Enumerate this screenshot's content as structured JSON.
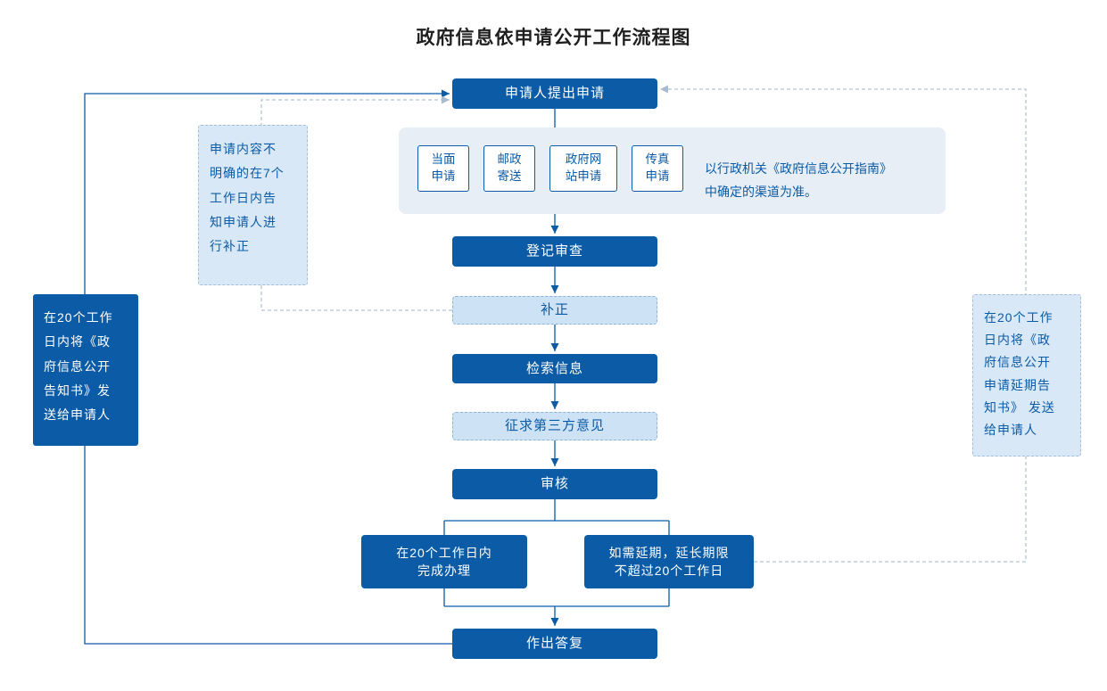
{
  "title": "政府信息依申请公开工作流程图",
  "colors": {
    "primary": "#0b5ba6",
    "light_fill": "#cde2f4",
    "panel_fill": "#e8eef5",
    "note_fill": "#d9e8f6",
    "dashed_line": "#b3c3d3"
  },
  "nodes": {
    "apply": "申请人提出申请",
    "register": "登记审查",
    "supplement": "补正",
    "search": "检索信息",
    "third_party": "征求第三方意见",
    "review": "审核",
    "complete": "在20个工作日内\n完成办理",
    "extend": "如需延期，延长期限\n不超过20个工作日",
    "reply": "作出答复"
  },
  "channels": {
    "items": [
      {
        "label": "当面\n申请"
      },
      {
        "label": "邮政\n寄送"
      },
      {
        "label": "政府网\n站申请"
      },
      {
        "label": "传真\n申请"
      }
    ],
    "note": "以行政机关《政府信息公开指南》\n中确定的渠道为准。"
  },
  "annotations": {
    "left_loop": "在20个工作\n日内将《政\n府信息公开\n告知书》发\n送给申请人",
    "supplement_note": "申请内容不\n明确的在7个\n工作日内告\n知申请人进\n行补正",
    "extension_note": "在20个工作\n日内将《政\n府信息公开\n申请延期告\n知书》 发送\n给申请人"
  }
}
